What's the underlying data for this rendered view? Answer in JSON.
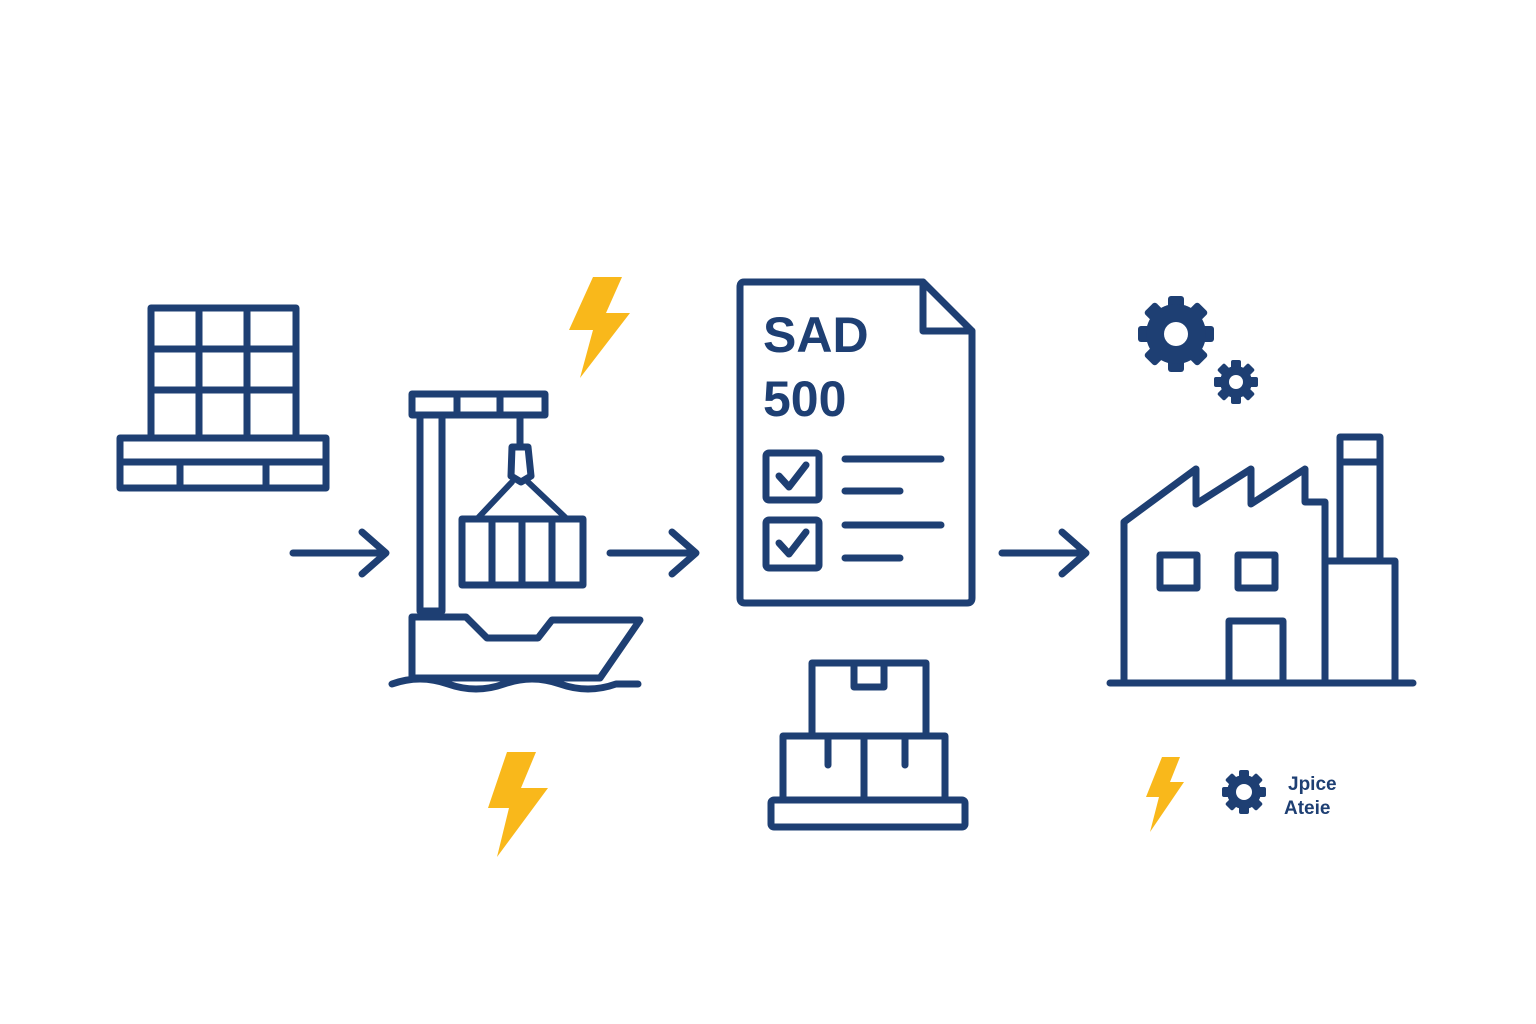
{
  "colors": {
    "ink": "#1e3f73",
    "bolt": "#f9b81b",
    "background": "#ffffff"
  },
  "steps": [
    {
      "icon": "pallet-grid-icon"
    },
    {
      "icon": "crane-ship-icon"
    },
    {
      "icon": "customs-document-icon"
    },
    {
      "icon": "factory-icon"
    }
  ],
  "document": {
    "line1": "SAD",
    "line2": "500",
    "checklist_checked": 2,
    "checklist_total": 2
  },
  "decorations": [
    "lightning-bolt-icon",
    "gears-icon",
    "stacked-boxes-icon"
  ],
  "logo": {
    "line1": "Jpice",
    "line2": "Ateie"
  }
}
